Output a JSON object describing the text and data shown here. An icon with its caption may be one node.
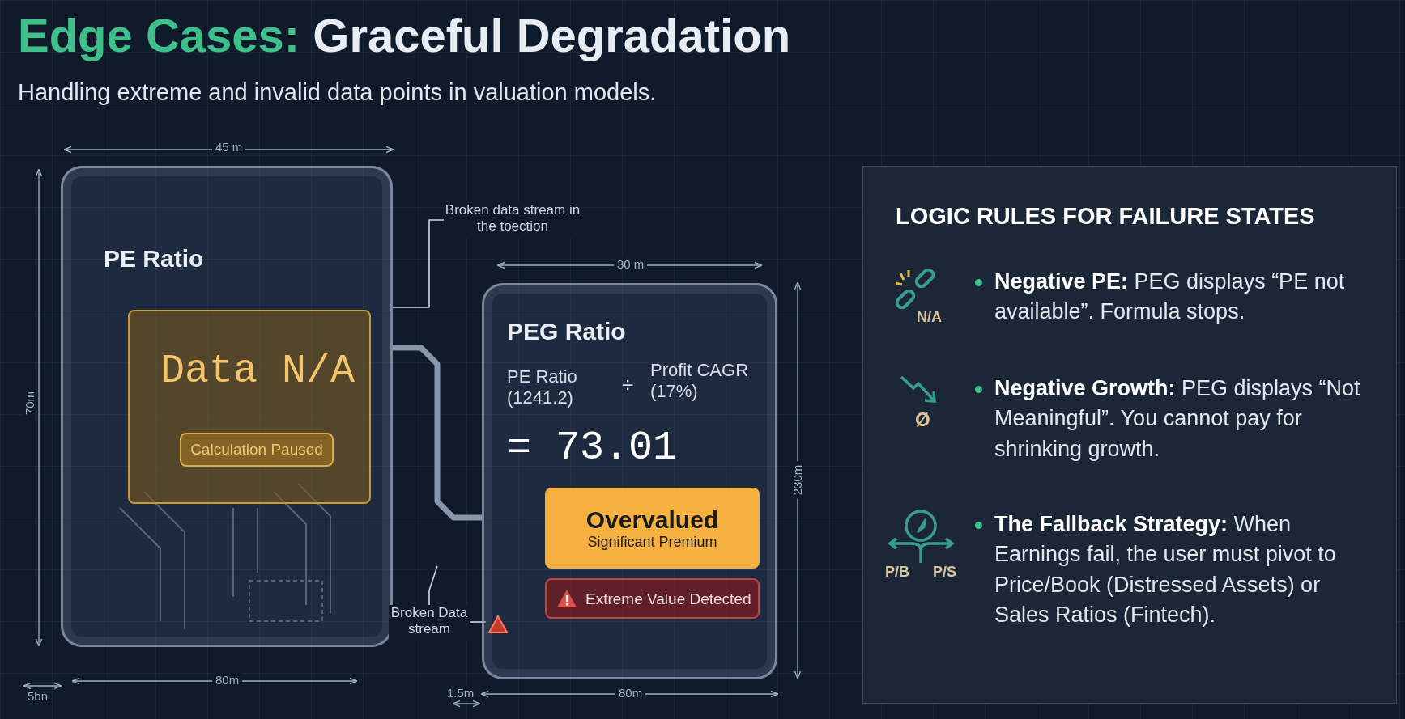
{
  "diagram": {
    "title": "*Edge Cases:* Graceful Degradation",
    "nodes": [
      {
        "text": [
          "PE Ratio"
        ]
      },
      {
        "text": [
          "Data N/A"
        ],
        "in": 0
      },
      {
        "text": [
          "Calculation Paused"
        ],
        "in": 1
      },
      {
        "text": [
          "PEG Ratio",
          "PE Ratio (1241.2)",
          "÷",
          "Profit CAGR (17%)",
          "= 73.01"
        ]
      },
      {
        "text": [
          "Overvalued",
          "Significant Premium"
        ],
        "in": 3
      },
      {
        "text": [
          "Extreme Value Detected"
        ],
        "in": 3
      },
      {
        "text": [
          "Broken data stream in the toection"
        ]
      },
      {
        "text": [
          "Broken Data stream"
        ]
      },
      {
        "text": [],
        "shape": "triangle",
        "in": 3
      },
      {
        "text": [
          "LOGIC RULES FOR FAILURE STATES"
        ]
      }
    ],
    "edges": [
      {
        "from": 0,
        "to": 3,
        "arrow": "none",
        "style": "thick"
      },
      {
        "from": 6,
        "to": 0,
        "arrow": "none"
      },
      {
        "from": 7,
        "to": null,
        "arrow": "none"
      },
      {
        "from": 7,
        "to": 8,
        "arrow": "none"
      }
    ],
    "labels": [
      "Handling extreme and invalid data points in valuation models.",
      "45 m",
      "70m",
      "80m",
      "5bn",
      "30 m",
      "230m",
      "80m",
      "1.5m",
      "N/A",
      "**Negative PE:** PEG displays “PE not available”. Formula stops.",
      "Ø",
      "**Negative Growth:** PEG displays “Not Meaningful”. You cannot pay for shrinking growth.",
      "P/B",
      "P/S",
      "**The Fallback Strategy:** When Earnings fail, the user must pivot to Price/Book (Distressed Assets) or Sales Ratios (Fintech)."
    ]
  }
}
